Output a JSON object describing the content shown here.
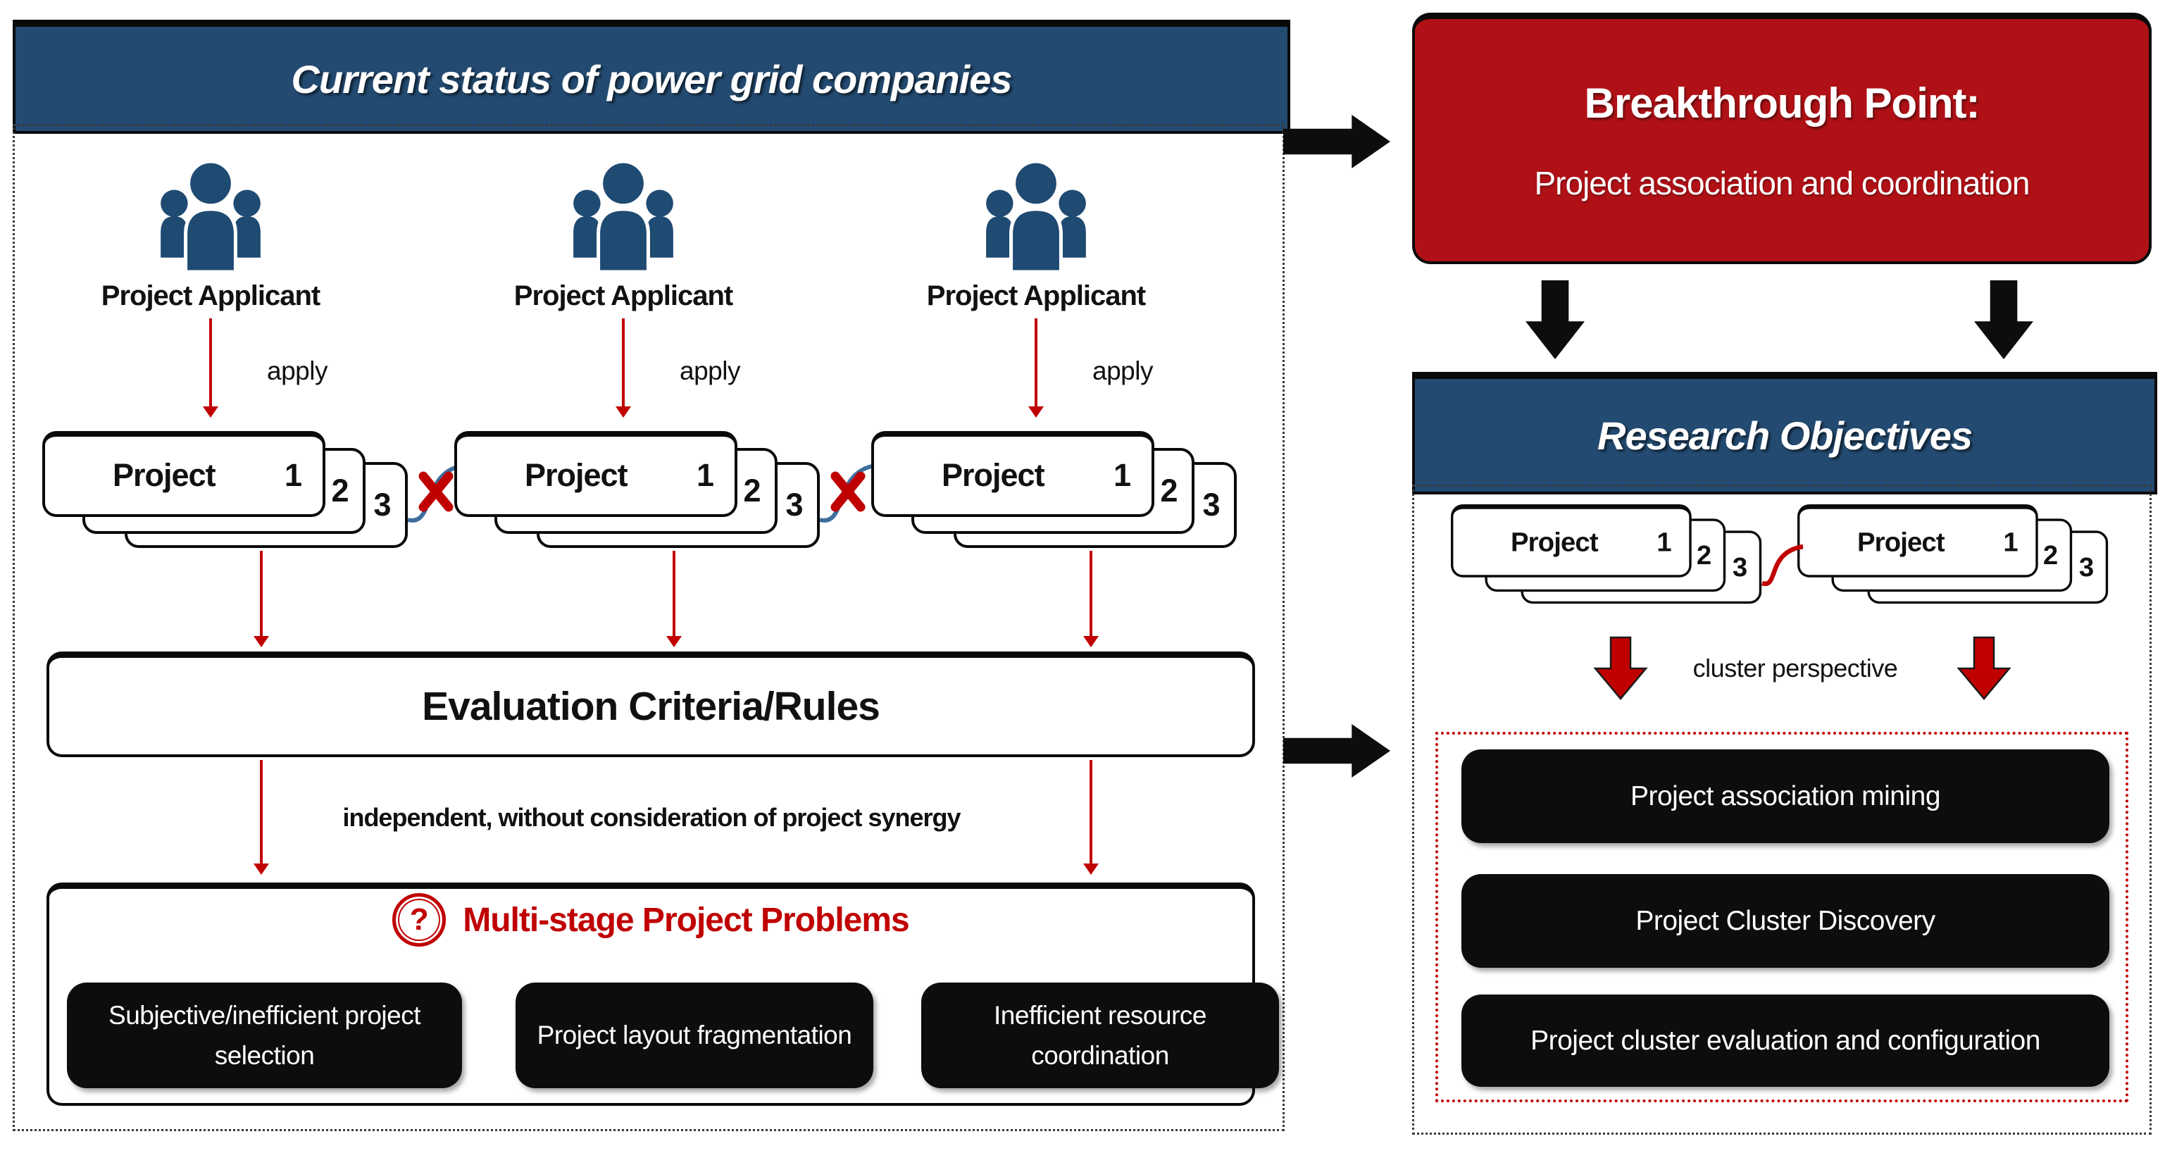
{
  "colors": {
    "header_blue": "#234A70",
    "people_icon_blue": "#1F4A72",
    "accent_red": "#C00000",
    "breakthrough_red": "#B01116",
    "link_curve_blue": "#3E6D9E",
    "label_box_black": "#0D0D0D"
  },
  "left_panel": {
    "title": "Current status of power grid companies",
    "columns": [
      {
        "applicant_label": "Project Applicant",
        "apply_label": "apply"
      },
      {
        "applicant_label": "Project Applicant",
        "apply_label": "apply"
      },
      {
        "applicant_label": "Project Applicant",
        "apply_label": "apply"
      }
    ],
    "project_card": {
      "label": "Project",
      "n1": "1",
      "n2": "2",
      "n3": "3"
    },
    "evaluation_label": "Evaluation Criteria/Rules",
    "independence_note": "independent, without consideration of project synergy",
    "problems": {
      "question_glyph": "?",
      "title": "Multi-stage Project Problems",
      "items": [
        "Subjective/inefficient project selection",
        "Project layout fragmentation",
        "Inefficient resource coordination"
      ]
    }
  },
  "breakthrough": {
    "title": "Breakthrough Point:",
    "subtitle": "Project association and coordination"
  },
  "research": {
    "title": "Research Objectives",
    "cluster_label": "cluster perspective",
    "objectives": [
      "Project association mining",
      "Project Cluster Discovery",
      "Project cluster evaluation and configuration"
    ]
  }
}
